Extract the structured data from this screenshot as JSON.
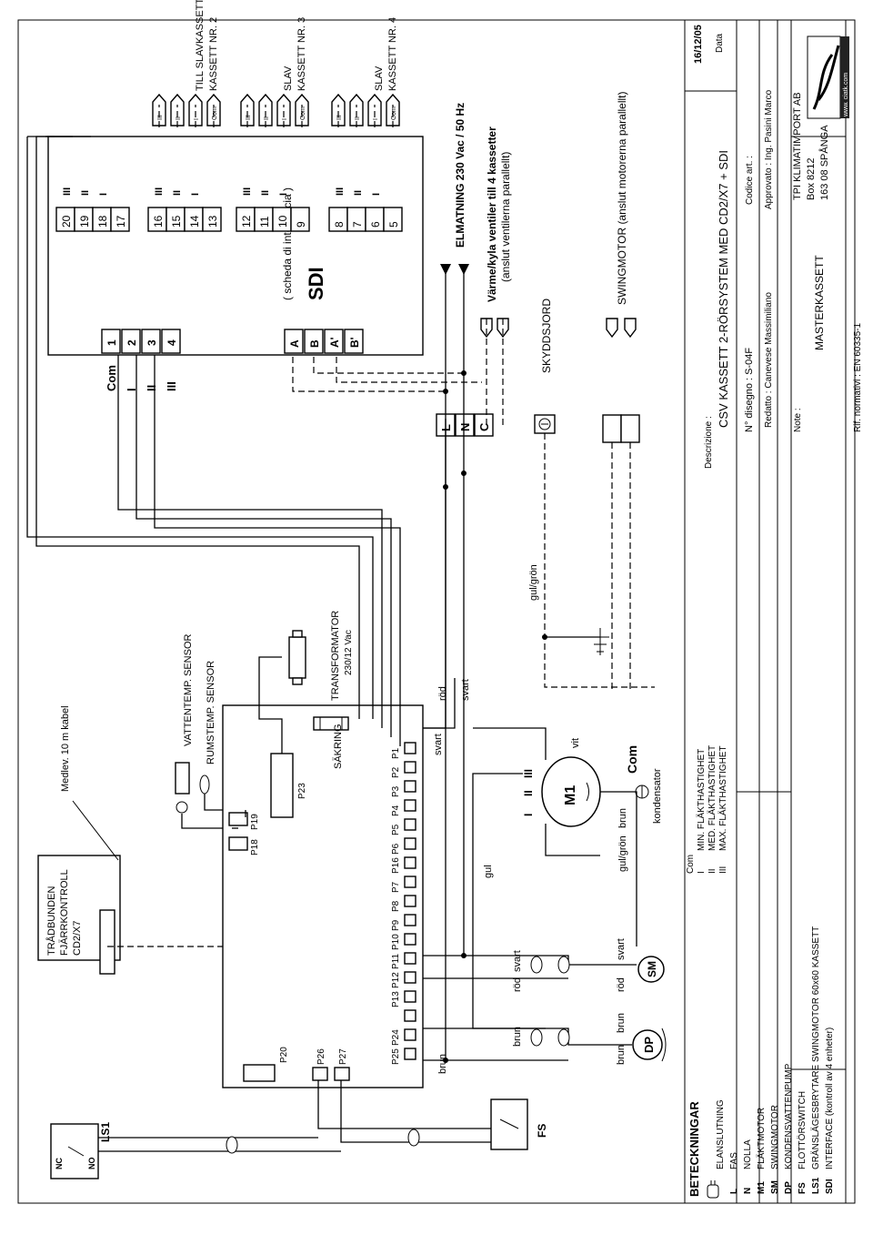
{
  "legend": {
    "title": "BETECKNINGAR",
    "items": [
      {
        "code": "",
        "label": "ELANSLUTNING"
      },
      {
        "code": "L",
        "label": "FAS"
      },
      {
        "code": "N",
        "label": "NOLLA"
      },
      {
        "code": "M1",
        "label": "FLÄKTMOTOR"
      },
      {
        "code": "SM",
        "label": "SWINGMOTOR"
      },
      {
        "code": "DP",
        "label": "KONDENSVATTENPUMP"
      },
      {
        "code": "FS",
        "label": "FLOTTÖRSWITCH"
      },
      {
        "code": "LS1",
        "label": "GRÄNSLÄGESBRYTARE SWINGMOTOR 60x60 KASSETT"
      },
      {
        "code": "SDI",
        "label": "INTERFACE (kontroll av 4 enheter)"
      }
    ],
    "speed_items": [
      {
        "code": "Com",
        "label": ""
      },
      {
        "code": "I",
        "label": "MIN. FLÄKTHASTIGHET"
      },
      {
        "code": "II",
        "label": "MED. FLÄKTHASTIGHET"
      },
      {
        "code": "III",
        "label": "MAX. FLÄKTHASTIGHET"
      }
    ]
  },
  "title_block": {
    "descrizione_label": "Descrizione :",
    "description": "CSV KASSETT 2-RÖRSYSTEM MED CD2/X7 + SDI",
    "date": "16/12/05",
    "date_label": "Data",
    "drawing_no": "N° disegno : S-04F",
    "codice_label": "Codice art. :",
    "redatto": "Redatto : Canevese Massimiliano",
    "approvato": "Approvato : Ing. Pasini Marco",
    "note_label": "Note :",
    "note_value": "MASTERKASSETT",
    "company_name": "TPI KLIMATIMPORT AB",
    "company_box": "Box 8212",
    "company_city": "163 08 SPÅNGA",
    "norm": "Rif. normativi : EN 60335-1",
    "logo_text": "www.      ciatk.com"
  },
  "remote": {
    "label_l1": "TRÅDBUNDEN",
    "label_l2": "FJÄRRKONTROLL",
    "label_l3": "CD2/X7",
    "cable_note": "Medlev. 10 m kabel"
  },
  "sensors": {
    "water": "VATTENTEMP. SENSOR",
    "room": "RUMSTEMP. SENSOR"
  },
  "board": {
    "pins_top": [
      "P25",
      "P24",
      "",
      "P13",
      "P12",
      "P11",
      "P10",
      "P9",
      "P8",
      "P7",
      "P16",
      "P6",
      "P5",
      "P4",
      "P3",
      "P2",
      "P1"
    ],
    "pins_left": [
      "P20",
      "P26",
      "P27"
    ],
    "pins_sensor": [
      "P18",
      "P19"
    ],
    "p23": "P23",
    "fuse": "SÄKRING",
    "transformer_l1": "TRANSFORMATOR",
    "transformer_l2": "230/12 Vac"
  },
  "components": {
    "m1": "M1",
    "com": "Com",
    "motor_speeds": [
      "I",
      "II",
      "III"
    ],
    "capacitor": "kondensator",
    "sm": "SM",
    "dp": "DP",
    "fs": "FS",
    "ls1": "LS1",
    "nc": "NC",
    "no": "NO"
  },
  "wire_colors": {
    "rod": "röd",
    "svart": "svart",
    "brun": "brun",
    "gul": "gul",
    "gulgron": "gul/grön",
    "vit": "vit"
  },
  "sdi": {
    "title": "SDI",
    "subtitle": "( scheda di interfaccia )",
    "inputs": [
      "1",
      "2",
      "3",
      "4"
    ],
    "input_labels": [
      "Com",
      "I",
      "II",
      "III"
    ],
    "ab": [
      "A",
      "B",
      "A'",
      "B'"
    ],
    "outputs": [
      "20",
      "19",
      "18",
      "17",
      "16",
      "15",
      "14",
      "13",
      "12",
      "11",
      "10",
      "9",
      "8",
      "7",
      "6",
      "5"
    ],
    "output_labels": [
      "III",
      "II",
      "I",
      "",
      "III",
      "II",
      "I",
      "",
      "III",
      "II",
      "I",
      "",
      "III",
      "II",
      "I",
      ""
    ]
  },
  "cassettes": [
    {
      "l1": "TILL SLAVKASSETT",
      "l2": "KASSETT NR. 2",
      "pins": [
        "III",
        "II",
        "I",
        "Com"
      ]
    },
    {
      "l1": "SLAV",
      "l2": "KASSETT NR. 3",
      "pins": [
        "III",
        "II",
        "I",
        "Com"
      ]
    },
    {
      "l1": "SLAV",
      "l2": "KASSETT NR. 4",
      "pins": [
        "III",
        "II",
        "I",
        "Com"
      ]
    }
  ],
  "terminals": [
    "L",
    "N",
    "C"
  ],
  "right_labels": {
    "power": "ELMATNING 230 Vac / 50 Hz",
    "valves_l1": "Värme/kyla ventiler till 4 kassetter",
    "valves_l2": "(anslut ventilerna parallellt)",
    "ground": "SKYDDSJORD",
    "swing": "SWINGMOTOR (anslut motorerna parallellt)"
  }
}
